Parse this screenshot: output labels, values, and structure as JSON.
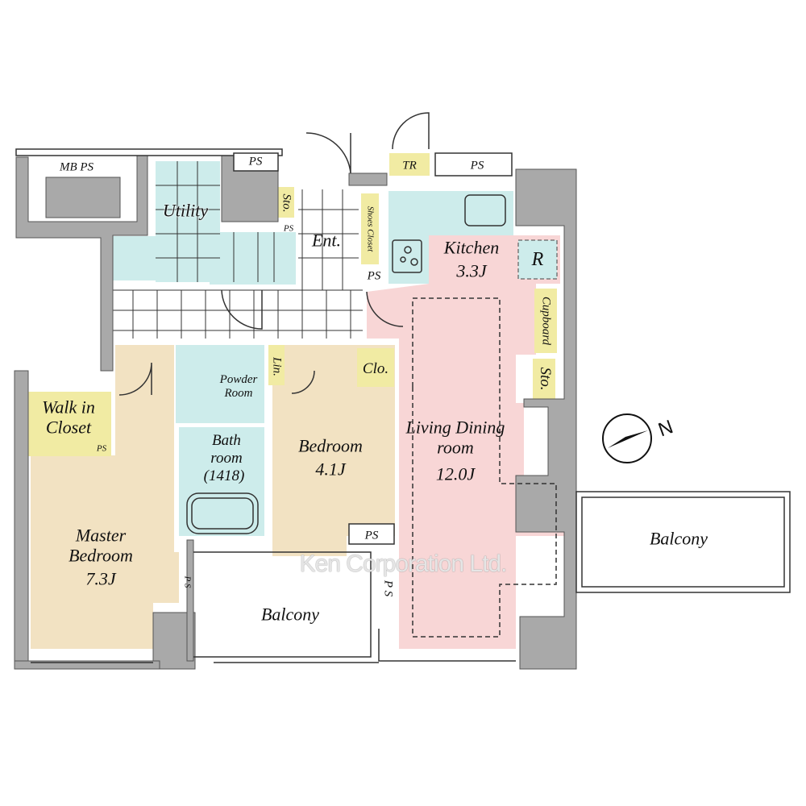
{
  "colors": {
    "wall": "#a9a9a9",
    "wet": "#cdeceb",
    "living": "#f8d6d6",
    "bedroom": "#f2e2c2",
    "storage": "#f1eba3"
  },
  "rooms": {
    "mb_ps": "MB PS",
    "ps": "PS",
    "tr": "TR",
    "utility": "Utility",
    "sto": "Sto.",
    "ent": "Ent.",
    "shoes_closet": "Shoes Closet",
    "kitchen": "Kitchen",
    "kitchen_size": "3.3J",
    "refrigerator": "R",
    "cupboard": "Cupboard",
    "powder_room": "Powder Room",
    "lin": "Lin.",
    "clo": "Clo.",
    "walk_in_closet": "Walk in Closet",
    "bath_room": "Bath room",
    "bath_size": "(1418)",
    "bedroom": "Bedroom",
    "bedroom_size": "4.1J",
    "living": "Living Dining room",
    "living_size": "12.0J",
    "master_bedroom": "Master Bedroom",
    "master_size": "7.3J",
    "balcony": "Balcony",
    "ps_vertical": "P S"
  },
  "compass": {
    "label": "N",
    "icon": "north-arrow-icon"
  },
  "watermark": "Ken Corporation Ltd."
}
